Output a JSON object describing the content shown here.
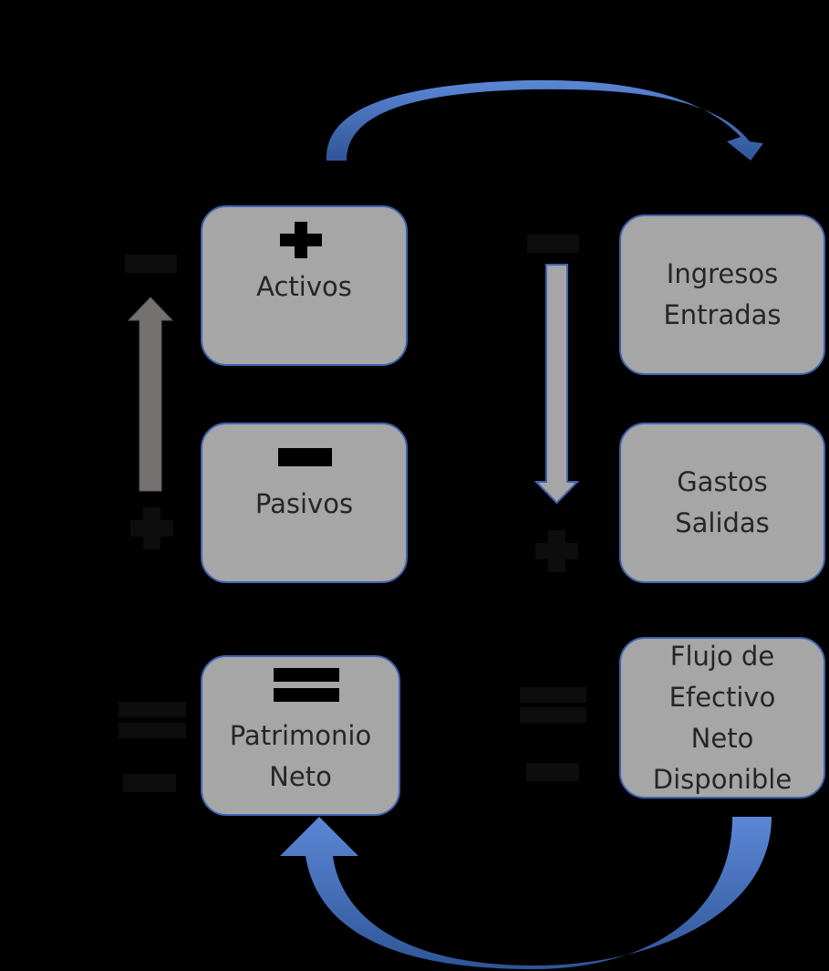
{
  "diagram": {
    "boxes": {
      "activos": {
        "lines": [
          "Activos"
        ]
      },
      "pasivos": {
        "lines": [
          "Pasivos"
        ]
      },
      "patrimonio": {
        "lines": [
          "Patrimonio",
          "Neto"
        ]
      },
      "ingresos": {
        "lines": [
          "Ingresos",
          "Entradas"
        ]
      },
      "gastos": {
        "lines": [
          "Gastos",
          "Salidas"
        ]
      },
      "flujo": {
        "lines": [
          "Flujo de",
          "Efectivo",
          "Neto",
          "Disponible"
        ]
      }
    },
    "colors": {
      "background": "#000000",
      "box_fill": "#a6a6a6",
      "box_border": "#3f63b0",
      "text": "#262626",
      "curved_arrow": "#4472c4",
      "up_arrow": "#767171",
      "down_arrow": "#a6a6a6",
      "dark_sign": "#0d0d0d",
      "inner_sign": "#000000"
    },
    "icons": [
      "plus-sign-icon",
      "minus-sign-icon",
      "equals-sign-icon",
      "curved-arrow-icon",
      "up-arrow-icon",
      "down-arrow-icon"
    ]
  }
}
